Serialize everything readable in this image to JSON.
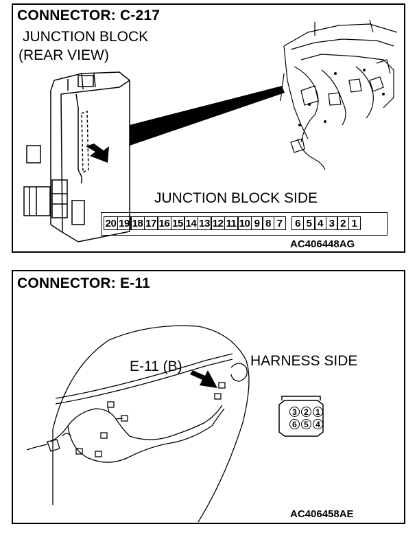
{
  "connector1": {
    "title": "CONNECTOR: C-217",
    "subtitle_line1": "JUNCTION BLOCK",
    "subtitle_line2": "(REAR VIEW)",
    "side_label": "JUNCTION BLOCK SIDE",
    "pins_left": [
      "20",
      "19",
      "18",
      "17",
      "16",
      "15",
      "14",
      "13",
      "12",
      "11",
      "10",
      "9",
      "8",
      "7"
    ],
    "pins_right": [
      "6",
      "5",
      "4",
      "3",
      "2",
      "1"
    ],
    "code": "AC406448AG"
  },
  "connector2": {
    "title": "CONNECTOR: E-11",
    "callout": "E-11 (B)",
    "side_label": "HARNESS SIDE",
    "pins_top": [
      "3",
      "2",
      "1"
    ],
    "pins_bottom": [
      "6",
      "5",
      "4"
    ],
    "code": "AC406458AE"
  }
}
